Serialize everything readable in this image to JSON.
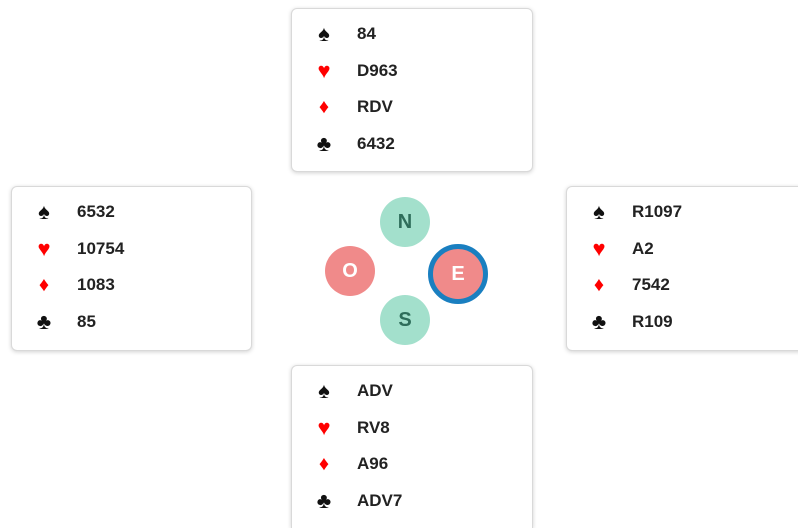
{
  "colors": {
    "spade": "#111111",
    "club": "#111111",
    "heart": "#ff0000",
    "diamond": "#ff0000",
    "north_south_seat": "#a3e0cc",
    "east_west_seat": "#f08a8a",
    "active_seat_ring": "#1a7fc0"
  },
  "suits": {
    "spade": "♠",
    "heart": "♥",
    "diamond": "♦",
    "club": "♣"
  },
  "hands": {
    "north": {
      "spades": "84",
      "hearts": "D963",
      "diamonds": "RDV",
      "clubs": "6432"
    },
    "west": {
      "spades": "6532",
      "hearts": "10754",
      "diamonds": "1083",
      "clubs": "85"
    },
    "east": {
      "spades": "R1097",
      "hearts": "A2",
      "diamonds": "7542",
      "clubs": "R109"
    },
    "south": {
      "spades": "ADV",
      "hearts": "RV8",
      "diamonds": "A96",
      "clubs": "ADV7"
    }
  },
  "seats": {
    "north": "N",
    "west": "O",
    "east": "E",
    "south": "S",
    "active": "east"
  }
}
